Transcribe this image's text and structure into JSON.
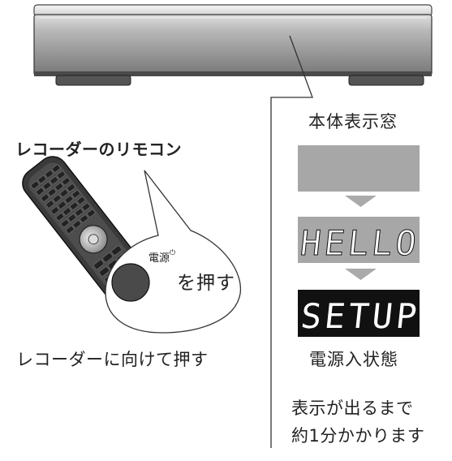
{
  "remote_title": "レコーダーのリモコン",
  "body_display_label": "本体表示窓",
  "display_hello": "HELLO",
  "display_setup": "SETUP",
  "power_state_label": "電源入状態",
  "remote_caption": "レコーダーに向けて押す",
  "power_button_label": "電源",
  "power_symbol": "⏻",
  "press_label": "を押す",
  "note_lines": [
    "表示が出るまで",
    "約1分かかります"
  ],
  "colors": {
    "display_gray": "#a7a7a7",
    "arrow_gray": "#aaaaaa",
    "setup_bg": "#111111",
    "outline": "#333333"
  }
}
